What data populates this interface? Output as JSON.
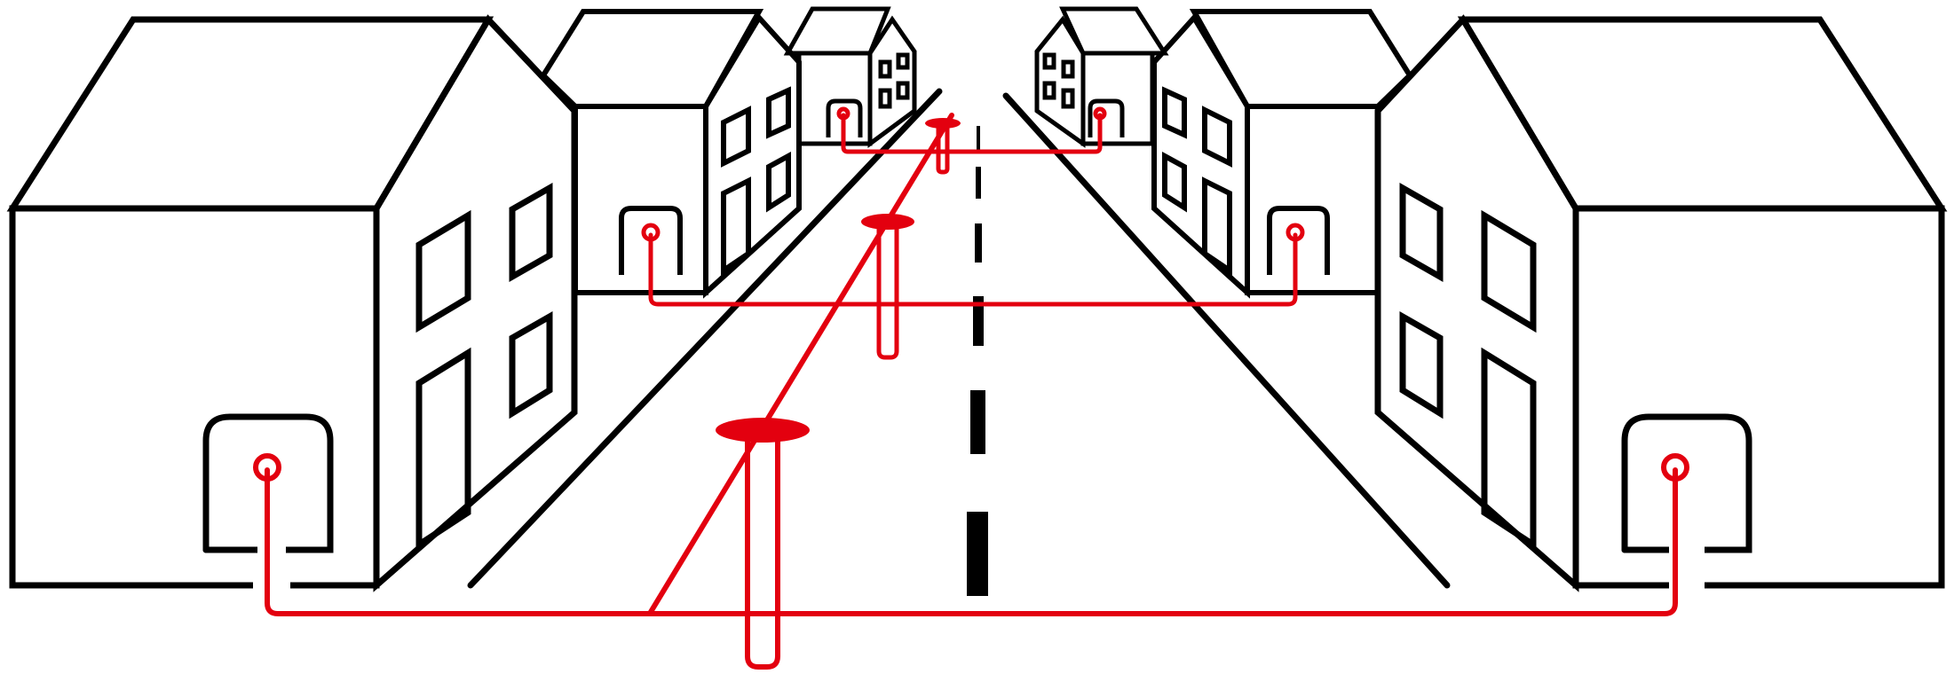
{
  "colors": {
    "outline": "#000000",
    "network": "#e3000f",
    "background": "#ffffff"
  },
  "illustration": {
    "left_houses": 3,
    "right_houses": 3,
    "street_manholes": 3,
    "centre_line_dashes": 5
  }
}
